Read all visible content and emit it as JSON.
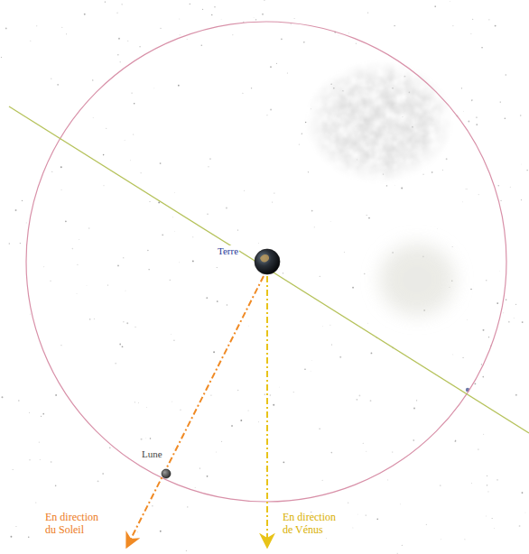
{
  "diagram": {
    "nodes": [
      {
        "text": [
          "Terre"
        ]
      },
      {
        "text": [
          "Lune"
        ]
      }
    ],
    "labels": [
      "En direction du Soleil",
      "En direction de Vénus"
    ]
  }
}
